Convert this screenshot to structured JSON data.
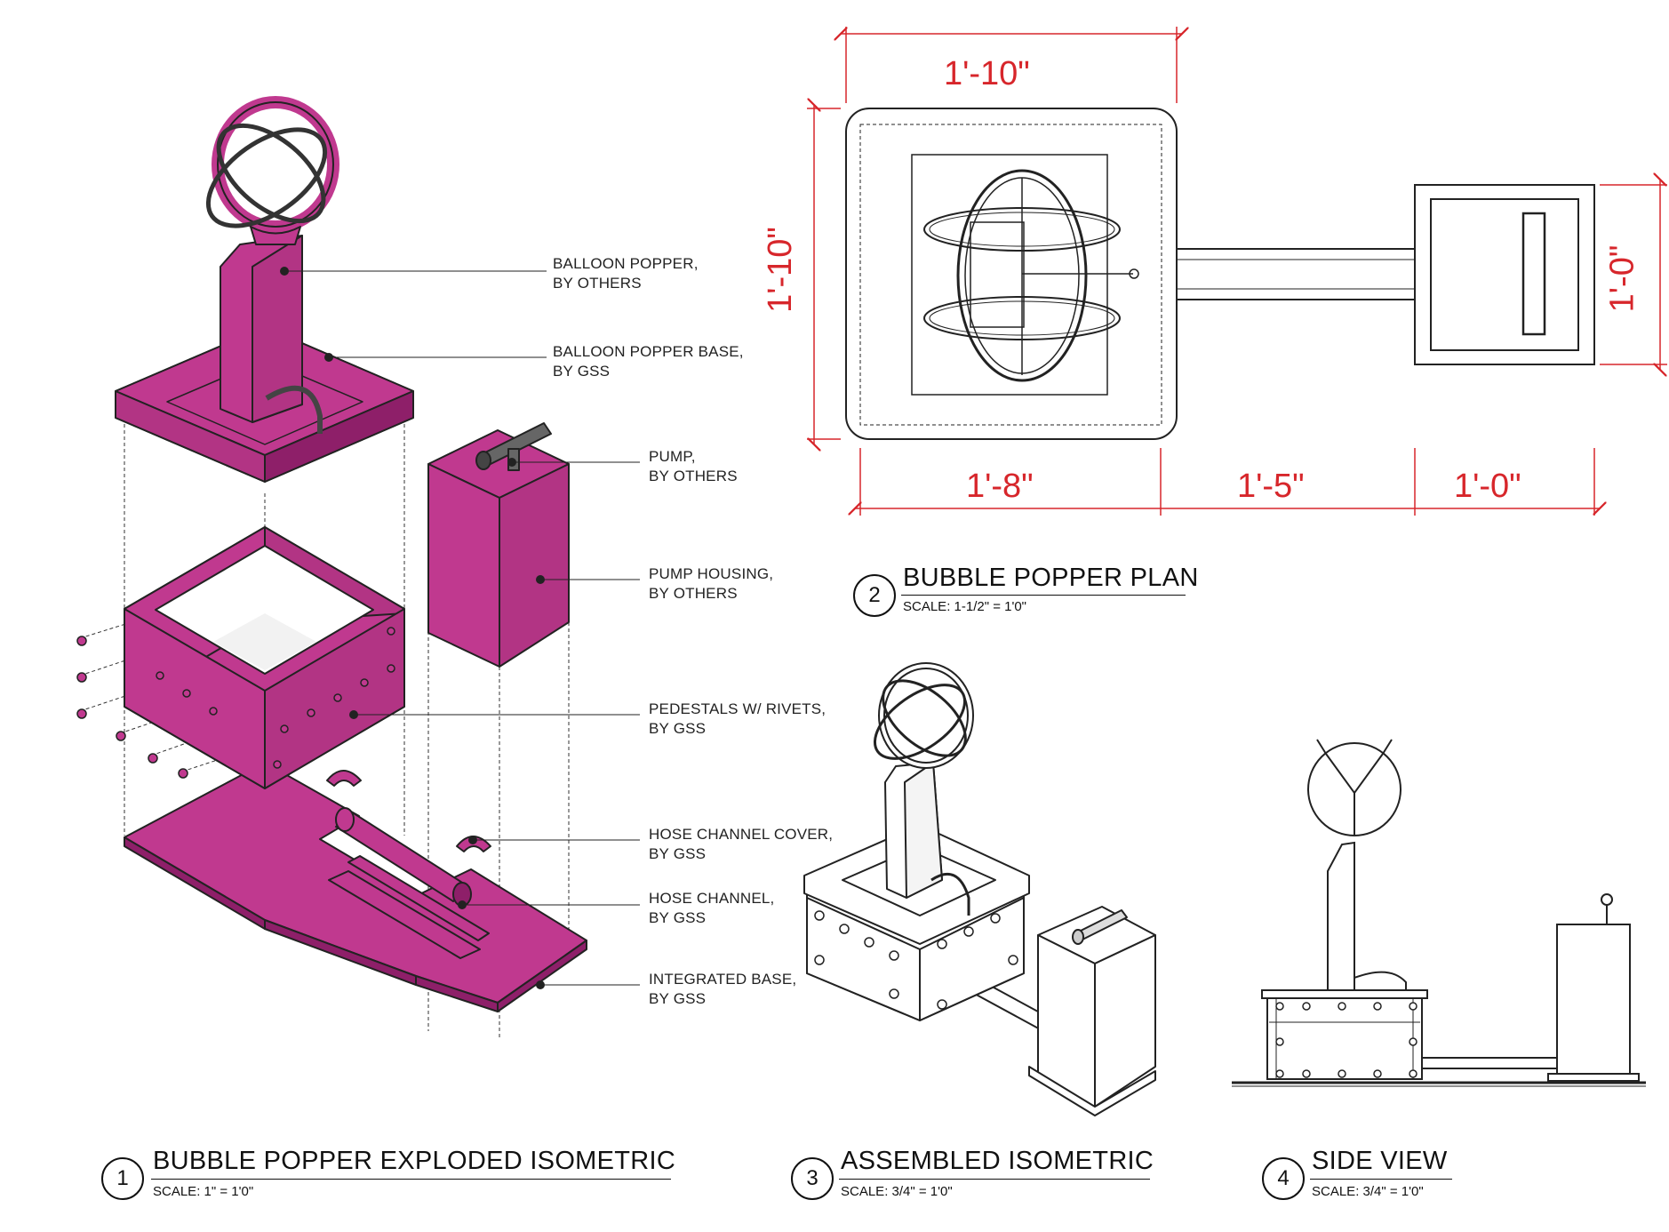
{
  "colors": {
    "magenta": "#c0398f",
    "magenta_dark": "#8e1f69",
    "dimension_red": "#d7262b",
    "line": "#222222"
  },
  "callouts": {
    "balloon_popper": [
      "BALLOON POPPER,",
      "BY OTHERS"
    ],
    "balloon_popper_base": [
      "BALLOON POPPER BASE,",
      "BY GSS"
    ],
    "pump": [
      "PUMP,",
      "BY OTHERS"
    ],
    "pump_housing": [
      "PUMP HOUSING,",
      "BY OTHERS"
    ],
    "pedestals": [
      "PEDESTALS W/ RIVETS,",
      "BY GSS"
    ],
    "hose_channel_cover": [
      "HOSE CHANNEL COVER,",
      "BY GSS"
    ],
    "hose_channel": [
      "HOSE CHANNEL,",
      "BY GSS"
    ],
    "integrated_base": [
      "INTEGRATED BASE,",
      "BY GSS"
    ]
  },
  "dimensions": {
    "top_width": "1'-10\"",
    "left_height": "1'-10\"",
    "right_height": "1'-0\"",
    "bottom_a": "1'-8\"",
    "bottom_b": "1'-5\"",
    "bottom_c": "1'-0\""
  },
  "views": [
    {
      "number": "1",
      "title": "BUBBLE POPPER EXPLODED ISOMETRIC",
      "scale": "SCALE: 1\" = 1'0\""
    },
    {
      "number": "2",
      "title": "BUBBLE POPPER PLAN",
      "scale": "SCALE: 1-1/2\" = 1'0\""
    },
    {
      "number": "3",
      "title": "ASSEMBLED ISOMETRIC",
      "scale": "SCALE: 3/4\" = 1'0\""
    },
    {
      "number": "4",
      "title": "SIDE VIEW",
      "scale": "SCALE: 3/4\" = 1'0\""
    }
  ]
}
